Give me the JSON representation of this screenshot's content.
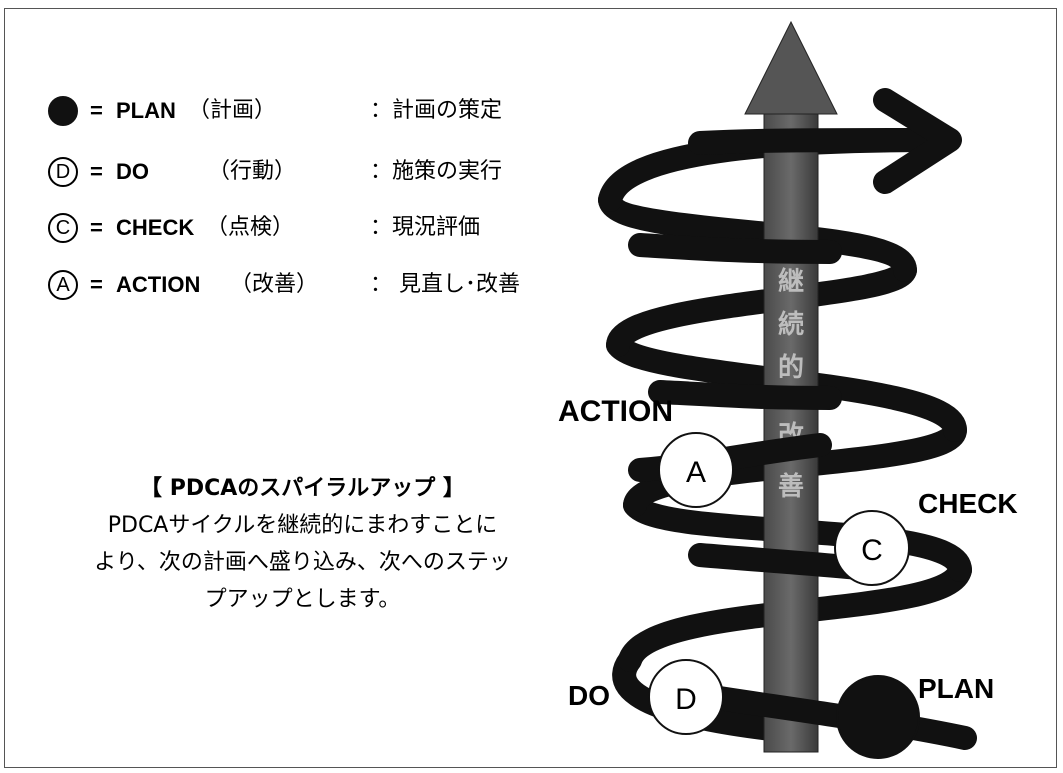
{
  "legend": [
    {
      "symbol": "",
      "filled": true,
      "eq": "=",
      "term": "PLAN",
      "jp": "（計画）",
      "desc": "：計画の策定"
    },
    {
      "symbol": "D",
      "filled": false,
      "eq": "=",
      "term": "DO",
      "jp": "（行動）",
      "desc": "：施策の実行"
    },
    {
      "symbol": "C",
      "filled": false,
      "eq": "=",
      "term": "CHECK",
      "jp": "（点検）",
      "desc": "：現況評価"
    },
    {
      "symbol": "A",
      "filled": false,
      "eq": "=",
      "term": "ACTION",
      "jp": "（改善）",
      "desc": "： 見直し･改善"
    }
  ],
  "caption": {
    "title": "【 PDCAのスパイラルアップ 】",
    "lines": [
      "PDCAサイクルを継続的にまわすことに",
      "より、次の計画へ盛り込み、次へのステッ",
      "プアップとします。"
    ]
  },
  "diagram": {
    "arrow_text": [
      "継",
      "続",
      "的",
      "改",
      "善"
    ],
    "labels": {
      "action": "ACTION",
      "check": "CHECK",
      "do": "DO",
      "plan": "PLAN"
    },
    "nodes": {
      "a": "A",
      "c": "C",
      "d": "D",
      "p": ""
    }
  }
}
